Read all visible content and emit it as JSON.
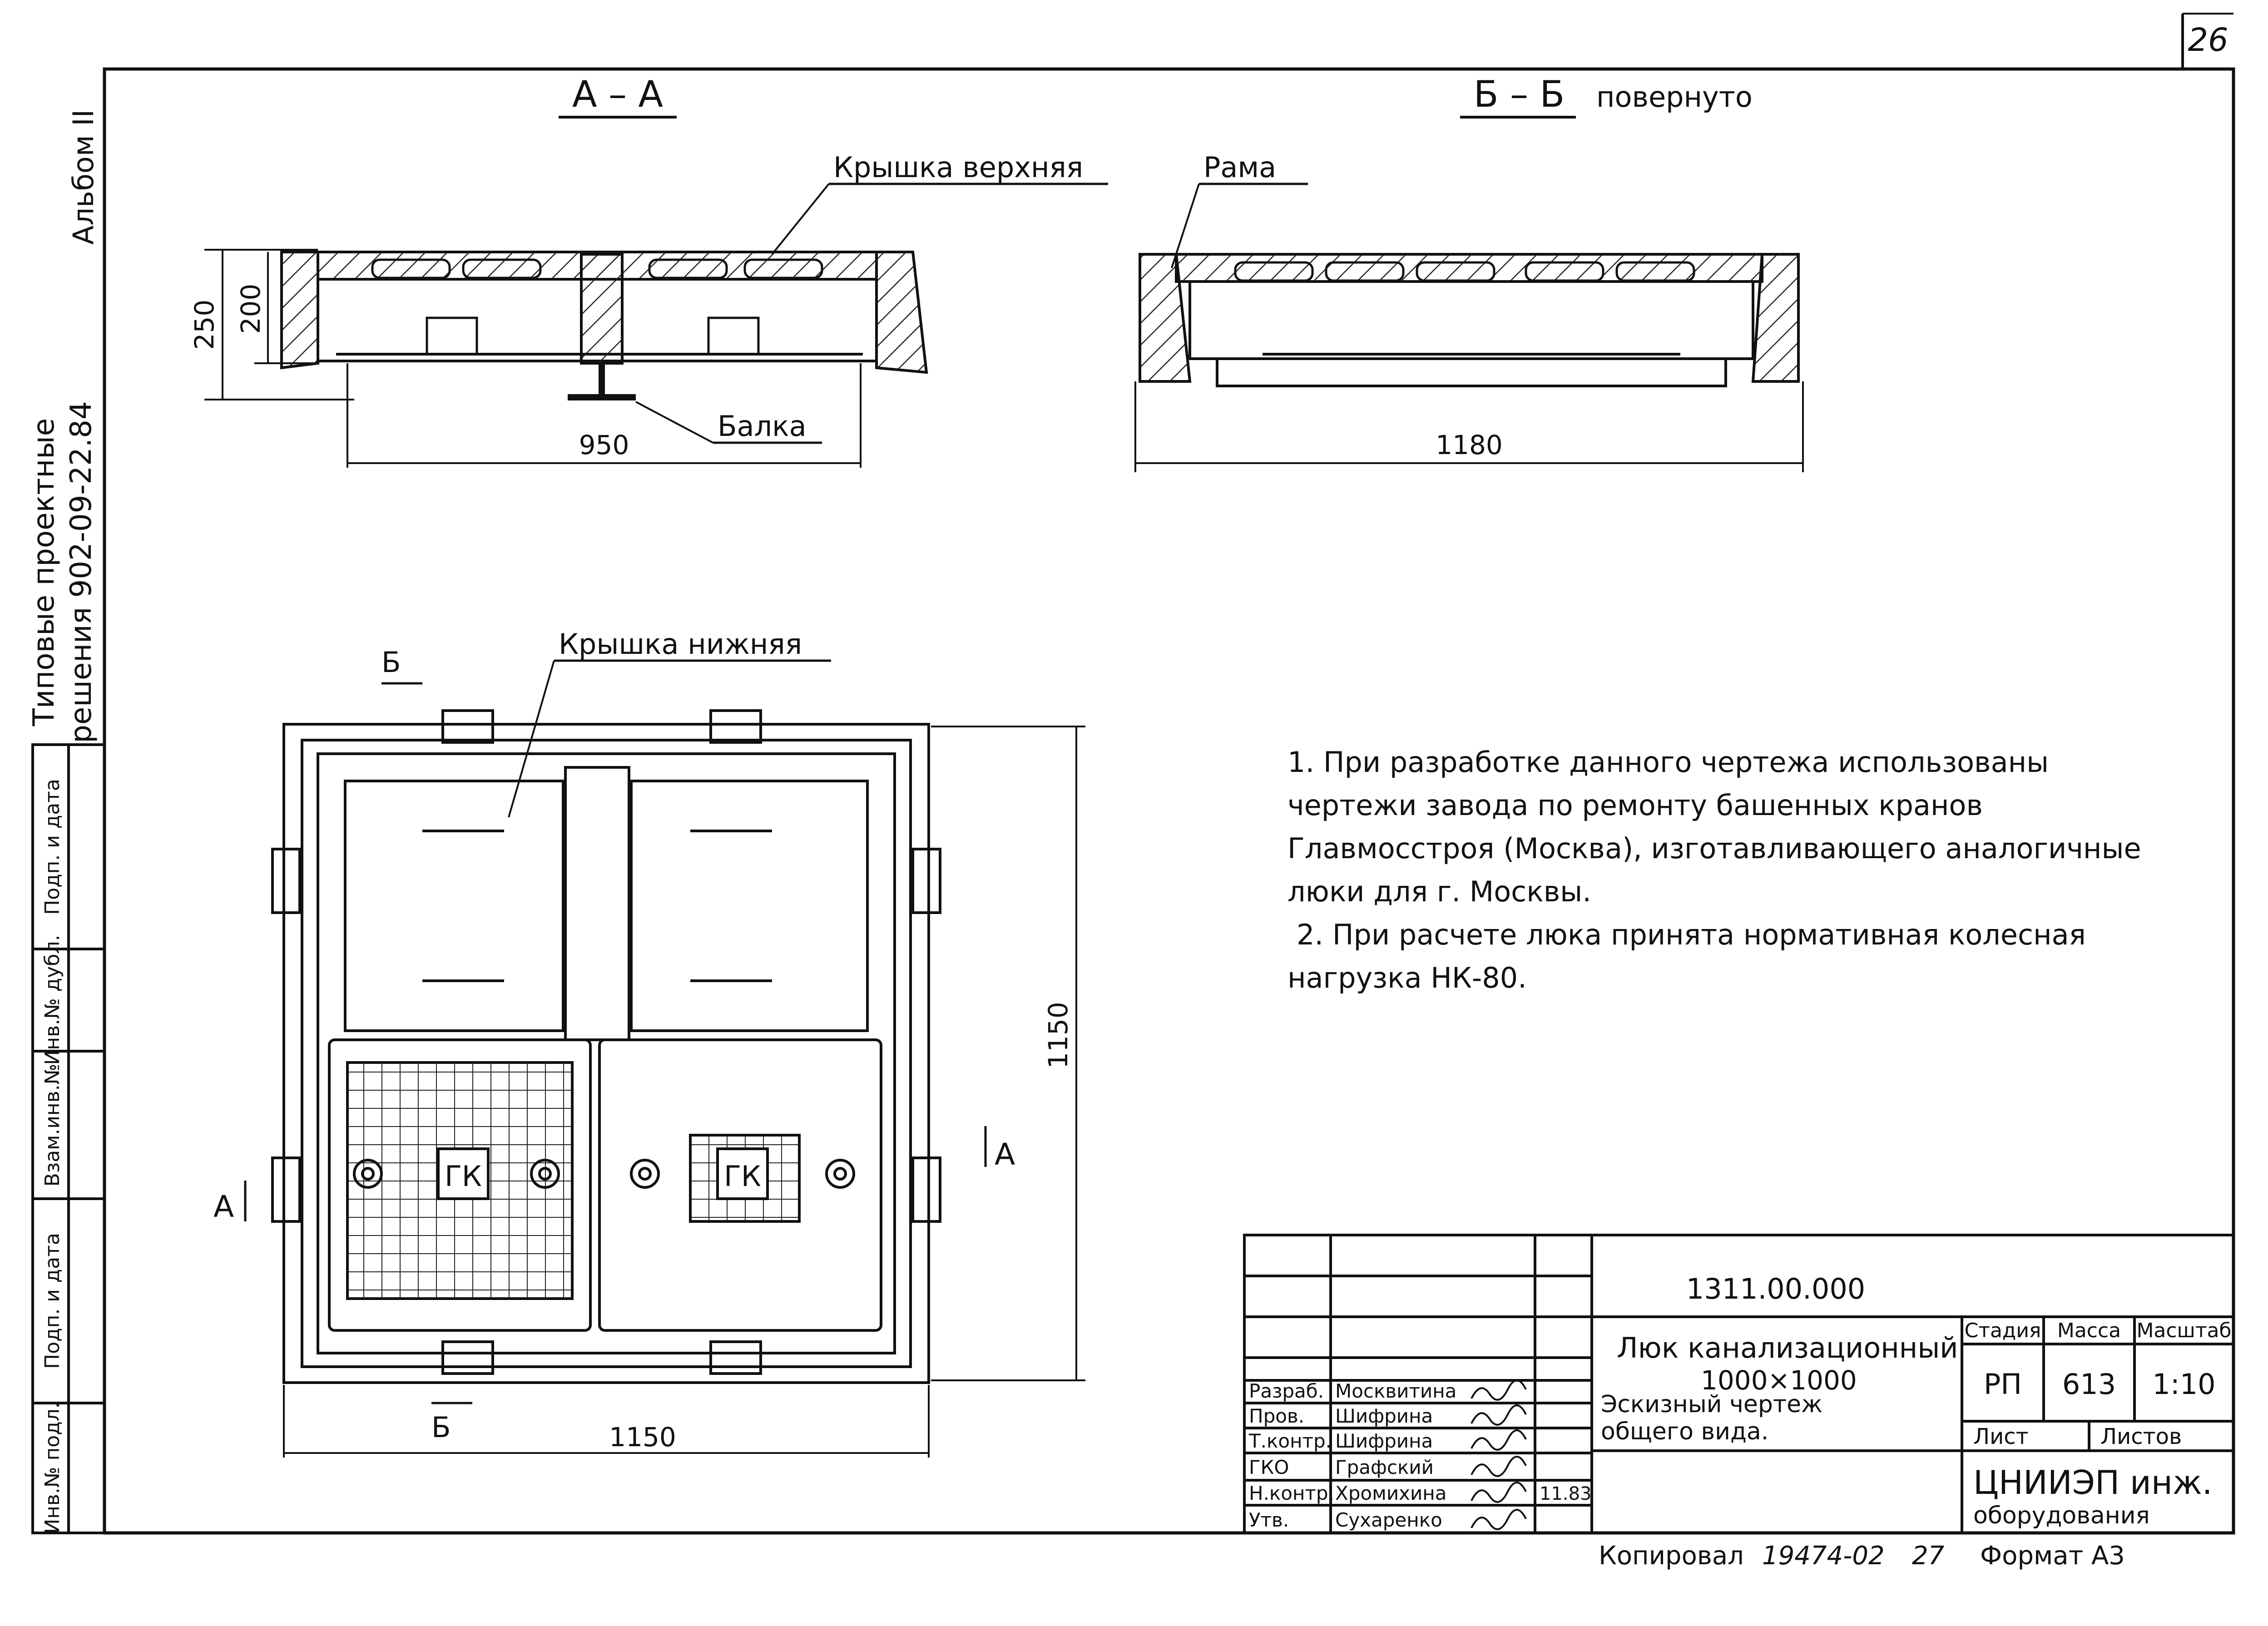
{
  "sheet_number": "26",
  "side_stamp": {
    "album": "Альбом II",
    "series_line1": "Типовые   проектные",
    "series_line2": "решения   902-09-22.84",
    "box_labels": [
      "Подп. и дата",
      "Инв.№ дубл.",
      "Взам.инв.№",
      "Подп. и дата",
      "Инв.№ подл."
    ]
  },
  "section_aa": {
    "title": "А – А",
    "label_lid_top": "Крышка верхняя",
    "label_beam": "Балка",
    "dim_height_total": "250",
    "dim_height_inner": "200",
    "dim_width": "950"
  },
  "section_bb": {
    "title": "Б – Б",
    "title_suffix": "повернуто",
    "label_frame": "Рама",
    "dim_width": "1180"
  },
  "plan": {
    "label_lid_bottom": "Крышка нижняя",
    "cut_b": "Б",
    "cut_a": "А",
    "hatch_label": "ГК",
    "dim_width": "1150",
    "dim_height": "1150"
  },
  "notes": [
    "1. При разработке данного чертежа использованы",
    "чертежи завода по ремонту башенных кранов",
    "Главмосстроя (Москва), изготавливающего аналогичные",
    "люки для г. Москвы.",
    "2. При расчете люка принята нормативная колесная",
    "нагрузка НК-80."
  ],
  "title_block": {
    "code": "1311.00.000",
    "name_line1": "Люк   канализационный",
    "name_line2": "1000×1000",
    "desc_line1": "Эскизный   чертеж",
    "desc_line2": "общего   вида.",
    "hdr_stage": "Стадия",
    "hdr_mass": "Масса",
    "hdr_scale": "Масштаб",
    "stage": "РП",
    "mass": "613",
    "scale": "1:10",
    "hdr_sheet": "Лист",
    "hdr_sheets": "Листов",
    "org_line1": "ЦНИИЭП  инж.",
    "org_line2": "оборудования",
    "date": "11.83",
    "staff": [
      {
        "role": "Разраб.",
        "name": "Москвитина"
      },
      {
        "role": "Пров.",
        "name": "Шифрина"
      },
      {
        "role": "Т.контр.",
        "name": "Шифрина"
      },
      {
        "role": "ГКО",
        "name": "Графский"
      },
      {
        "role": "Н.контр.",
        "name": "Хромихина"
      },
      {
        "role": "Утв.",
        "name": "Сухаренко"
      }
    ]
  },
  "footer": {
    "copied": "Копировал",
    "copy_num": "19474-02",
    "copy_num2": "27",
    "format": "Формат А3"
  }
}
